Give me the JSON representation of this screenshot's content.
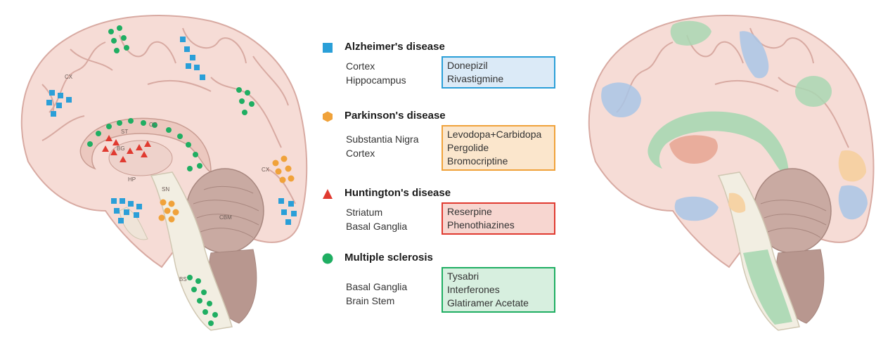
{
  "colors": {
    "alzheimers": "#2a9fd8",
    "parkinsons": "#f0a23a",
    "huntingtons": "#e03a30",
    "ms": "#1fae62",
    "brain_pink": "#f6dcd6",
    "brain_outline": "#d8aaa2"
  },
  "brain_labels": {
    "cx_top": "CX",
    "cc": "CC",
    "st": "ST",
    "bg": "BG",
    "hp": "HP",
    "sn": "SN",
    "cx_right": "CX",
    "cbm": "CBM",
    "bs": "BS"
  },
  "diseases": [
    {
      "title": "Alzheimer's disease",
      "icon": "square-icon",
      "regions": [
        "Cortex",
        "Hippocampus"
      ],
      "drugs": [
        "Donepizil",
        "Rivastigmine"
      ],
      "box_border": "#2a9fd8",
      "box_fill": "#dbeaf7"
    },
    {
      "title": "Parkinson's disease",
      "icon": "hexagon-icon",
      "regions": [
        "Substantia Nigra",
        "Cortex"
      ],
      "drugs": [
        "Levodopa+Carbidopa",
        "Pergolide",
        "Bromocriptine"
      ],
      "box_border": "#f0a23a",
      "box_fill": "#fbe6cc"
    },
    {
      "title": "Huntington's disease",
      "icon": "triangle-icon",
      "regions": [
        "Striatum",
        "Basal Ganglia"
      ],
      "drugs": [
        "Reserpine",
        "Phenothiazines"
      ],
      "box_border": "#e03a30",
      "box_fill": "#f7d6d0"
    },
    {
      "title": "Multiple sclerosis",
      "icon": "circle-icon",
      "regions": [
        "Basal Ganglia",
        "Brain Stem"
      ],
      "drugs": [
        "Tysabri",
        "Interferones",
        "Glatiramer Acetate"
      ],
      "box_border": "#1fae62",
      "box_fill": "#d7efdf"
    }
  ]
}
